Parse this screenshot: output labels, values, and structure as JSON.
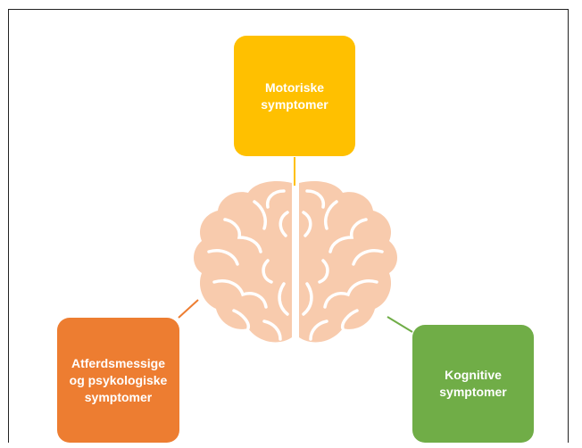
{
  "diagram": {
    "nodes": [
      {
        "id": "motor",
        "label": "Motoriske\nsymptomer",
        "color": "#FFC000"
      },
      {
        "id": "atferd",
        "label": "Atferdsmessige\nog psykologiske\nsymptomer",
        "color": "#ED7D31"
      },
      {
        "id": "kogn",
        "label": "Kognitive\nsymptomer",
        "color": "#70AD47"
      }
    ],
    "center": {
      "icon": "brain-icon",
      "color": "#F8CBAD",
      "fold_color": "#FFFFFF"
    }
  }
}
